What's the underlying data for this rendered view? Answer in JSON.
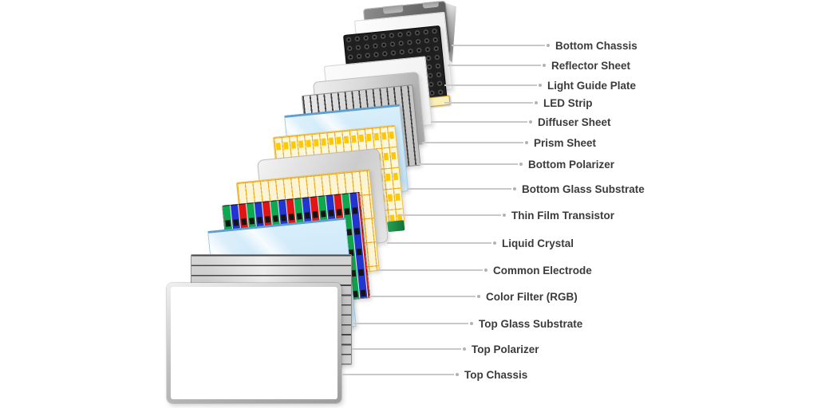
{
  "diagram": {
    "layers": [
      {
        "name": "bottom-chassis",
        "label": "Bottom Chassis"
      },
      {
        "name": "reflector-sheet",
        "label": "Reflector Sheet"
      },
      {
        "name": "light-guide-plate",
        "label": "Light Guide Plate"
      },
      {
        "name": "led-strip",
        "label": "LED Strip"
      },
      {
        "name": "diffuser-sheet",
        "label": "Diffuser Sheet"
      },
      {
        "name": "prism-sheet",
        "label": "Prism Sheet"
      },
      {
        "name": "bottom-polarizer",
        "label": "Bottom Polarizer"
      },
      {
        "name": "bottom-glass-substrate",
        "label": "Bottom Glass Substrate"
      },
      {
        "name": "thin-film-transistor",
        "label": "Thin Film Transistor"
      },
      {
        "name": "liquid-crystal",
        "label": "Liquid Crystal"
      },
      {
        "name": "common-electrode",
        "label": "Common Electrode"
      },
      {
        "name": "color-filter-rgb",
        "label": "Color Filter (RGB)"
      },
      {
        "name": "top-glass-substrate",
        "label": "Top Glass Substrate"
      },
      {
        "name": "top-polarizer",
        "label": "Top Polarizer"
      },
      {
        "name": "top-chassis",
        "label": "Top Chassis"
      }
    ]
  },
  "palette": {
    "label_text": "#3b3b3b",
    "lead_line": "#c9c9c9",
    "lead_dot": "#b2b2b2",
    "chassis_gray": "#6e6e6e",
    "light_guide_black": "#1a1a1a",
    "led_yellow": "#faf0bc",
    "glass_blue": "#cde9f8",
    "glass_edge_blue": "#5e9fd0",
    "grid_yellow_bg": "#fcf6da",
    "grid_yellow_line": "#eba50a",
    "tft_square_yellow": "#ffc800",
    "driver_chip_green": "#1b8a4a",
    "filter_green": "#0fa84e",
    "filter_blue": "#2335cf",
    "filter_red": "#df1616",
    "polarizer_stripe": "#3d3d3d",
    "silver_sheet": "#c7c7c7"
  }
}
